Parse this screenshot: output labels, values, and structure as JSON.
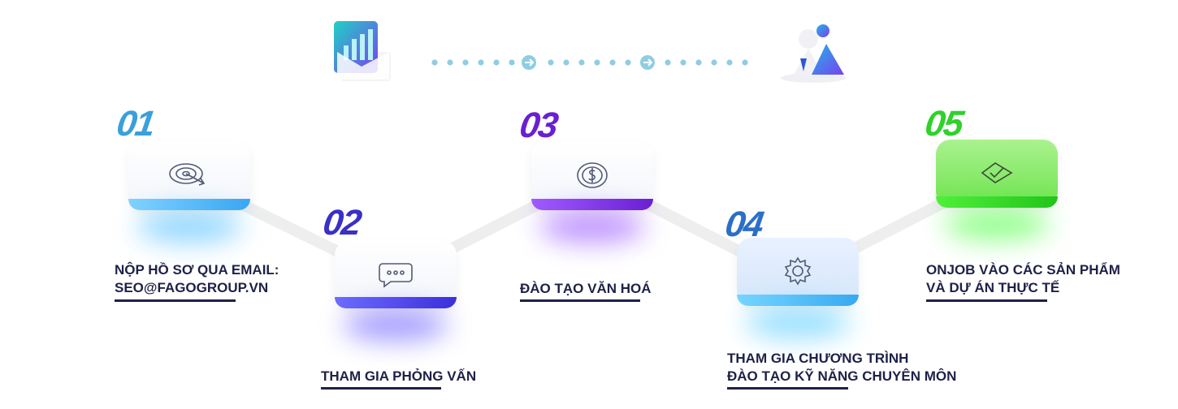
{
  "flow": {
    "start_icon": "chart-document-icon",
    "end_icon": "person-hiring-icon",
    "arrow_icon": "arrow-right-icon"
  },
  "steps": [
    {
      "number": "01",
      "icon": "target-icon",
      "color": "#3aa0d9",
      "lines": [
        "NỘP HỒ SƠ QUA EMAIL:",
        "SEO@FAGOGROUP.VN"
      ]
    },
    {
      "number": "02",
      "icon": "chat-bubble-icon",
      "color": "#3a2fc7",
      "lines": [
        "THAM GIA PHỎNG VẤN"
      ]
    },
    {
      "number": "03",
      "icon": "coin-dollar-icon",
      "color": "#6a1fd1",
      "lines": [
        "ĐÀO TẠO VĂN HOÁ"
      ]
    },
    {
      "number": "04",
      "icon": "gear-icon",
      "color": "#2b6fc7",
      "lines": [
        "THAM GIA CHƯƠNG TRÌNH",
        "ĐÀO TẠO KỸ NĂNG CHUYÊN MÔN"
      ]
    },
    {
      "number": "05",
      "icon": "checkmark-icon",
      "color": "#2fd12a",
      "lines": [
        "ONJOB VÀO CÁC SẢN PHẨM",
        "VÀ DỰ ÁN THỰC TẾ"
      ]
    }
  ]
}
